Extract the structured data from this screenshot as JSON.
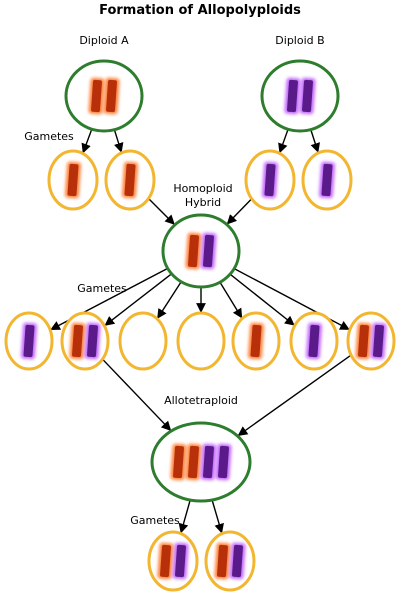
{
  "title": "Formation of Allopolyploids",
  "labels": {
    "diploid_a": "Diploid A",
    "diploid_b": "Diploid B",
    "gametes_top": "Gametes",
    "homoploid_line1": "Homoploid",
    "homoploid_line2": "Hybrid",
    "gametes_middle": "Gametes",
    "allotetraploid": "Allotetraploid",
    "gametes_bottom": "Gametes"
  },
  "colors": {
    "diploid_cell_border": "#2e7d2e",
    "gamete_cell_border": "#f2b630",
    "chromosome_a": "#b8300a",
    "chromosome_a_glow": "#ff7a2e",
    "chromosome_b": "#5a1a8a",
    "chromosome_b_glow": "#c060ff",
    "arrow": "#000000"
  },
  "nodes": {
    "diploid_a": {
      "type": "diploid",
      "chromosomes": [
        "A",
        "A"
      ]
    },
    "diploid_b": {
      "type": "diploid",
      "chromosomes": [
        "B",
        "B"
      ]
    },
    "gamete_a1": {
      "type": "gamete",
      "chromosomes": [
        "A"
      ]
    },
    "gamete_a2": {
      "type": "gamete",
      "chromosomes": [
        "A"
      ]
    },
    "gamete_b1": {
      "type": "gamete",
      "chromosomes": [
        "B"
      ]
    },
    "gamete_b2": {
      "type": "gamete",
      "chromosomes": [
        "B"
      ]
    },
    "homoploid_hybrid": {
      "type": "diploid",
      "chromosomes": [
        "A",
        "B"
      ]
    },
    "hybrid_gamete_1": {
      "type": "gamete",
      "chromosomes": [
        "B"
      ]
    },
    "hybrid_gamete_2": {
      "type": "gamete",
      "chromosomes": [
        "A",
        "B"
      ]
    },
    "hybrid_gamete_3": {
      "type": "gamete",
      "chromosomes": []
    },
    "hybrid_gamete_4": {
      "type": "gamete",
      "chromosomes": []
    },
    "hybrid_gamete_5": {
      "type": "gamete",
      "chromosomes": [
        "A"
      ]
    },
    "hybrid_gamete_6": {
      "type": "gamete",
      "chromosomes": [
        "B"
      ]
    },
    "hybrid_gamete_7": {
      "type": "gamete",
      "chromosomes": [
        "A",
        "B"
      ]
    },
    "allotetraploid": {
      "type": "diploid",
      "chromosomes": [
        "A",
        "A",
        "B",
        "B"
      ]
    },
    "final_gamete_1": {
      "type": "gamete",
      "chromosomes": [
        "A",
        "B"
      ]
    },
    "final_gamete_2": {
      "type": "gamete",
      "chromosomes": [
        "A",
        "B"
      ]
    }
  },
  "edges": [
    [
      "diploid_a",
      "gamete_a1"
    ],
    [
      "diploid_a",
      "gamete_a2"
    ],
    [
      "diploid_b",
      "gamete_b1"
    ],
    [
      "diploid_b",
      "gamete_b2"
    ],
    [
      "gamete_a2",
      "homoploid_hybrid"
    ],
    [
      "gamete_b1",
      "homoploid_hybrid"
    ],
    [
      "homoploid_hybrid",
      "hybrid_gamete_1"
    ],
    [
      "homoploid_hybrid",
      "hybrid_gamete_2"
    ],
    [
      "homoploid_hybrid",
      "hybrid_gamete_3"
    ],
    [
      "homoploid_hybrid",
      "hybrid_gamete_4"
    ],
    [
      "homoploid_hybrid",
      "hybrid_gamete_5"
    ],
    [
      "homoploid_hybrid",
      "hybrid_gamete_6"
    ],
    [
      "homoploid_hybrid",
      "hybrid_gamete_7"
    ],
    [
      "hybrid_gamete_2",
      "allotetraploid"
    ],
    [
      "hybrid_gamete_7",
      "allotetraploid"
    ],
    [
      "allotetraploid",
      "final_gamete_1"
    ],
    [
      "allotetraploid",
      "final_gamete_2"
    ]
  ]
}
